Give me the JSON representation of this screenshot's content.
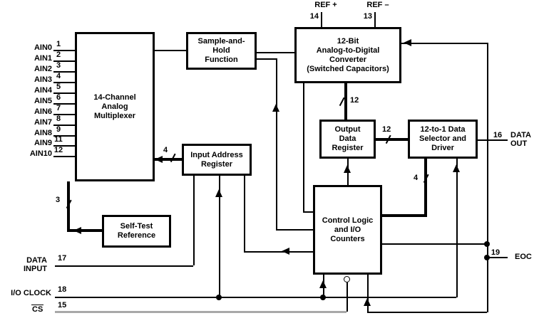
{
  "diagram": {
    "type": "functional-block-diagram",
    "subject": "12-bit switched-capacitor ADC with serial interface"
  },
  "blocks": {
    "multiplexer": "14-Channel\nAnalog\nMultiplexer",
    "sample_hold": "Sample-and-\nHold\nFunction",
    "adc": "12-Bit\nAnalog-to-Digital\nConverter\n(Switched Capacitors)",
    "input_address_register": "Input Address\nRegister",
    "self_test_reference": "Self-Test\nReference",
    "output_data_register": "Output\nData\nRegister",
    "data_selector": "12-to-1 Data\nSelector and\nDriver",
    "control_logic": "Control Logic\nand I/O\nCounters"
  },
  "pins": {
    "analog_inputs": [
      {
        "label": "AIN0",
        "pin": "1"
      },
      {
        "label": "AIN1",
        "pin": "2"
      },
      {
        "label": "AIN2",
        "pin": "3"
      },
      {
        "label": "AIN3",
        "pin": "4"
      },
      {
        "label": "AIN4",
        "pin": "5"
      },
      {
        "label": "AIN5",
        "pin": "6"
      },
      {
        "label": "AIN6",
        "pin": "7"
      },
      {
        "label": "AIN7",
        "pin": "8"
      },
      {
        "label": "AIN8",
        "pin": "9"
      },
      {
        "label": "AIN9",
        "pin": "11"
      },
      {
        "label": "AIN10",
        "pin": "12"
      }
    ],
    "ref_plus": {
      "label": "REF +",
      "pin": "14"
    },
    "ref_minus": {
      "label": "REF –",
      "pin": "13"
    },
    "data_out": {
      "label": "DATA\nOUT",
      "pin": "16"
    },
    "eoc": {
      "label": "EOC",
      "pin": "19"
    },
    "data_input": {
      "label": "DATA\nINPUT",
      "pin": "17"
    },
    "io_clock": {
      "label": "I/O CLOCK",
      "pin": "18"
    },
    "chip_select": {
      "label": "CS",
      "pin": "15"
    }
  },
  "bus_widths": {
    "address": "4",
    "self_test": "3",
    "adc_output": "12",
    "register_output": "12",
    "selector_control": "4"
  },
  "colors": {
    "line": "#000000",
    "cs_line": "#a8a8a8",
    "background": "#ffffff"
  }
}
